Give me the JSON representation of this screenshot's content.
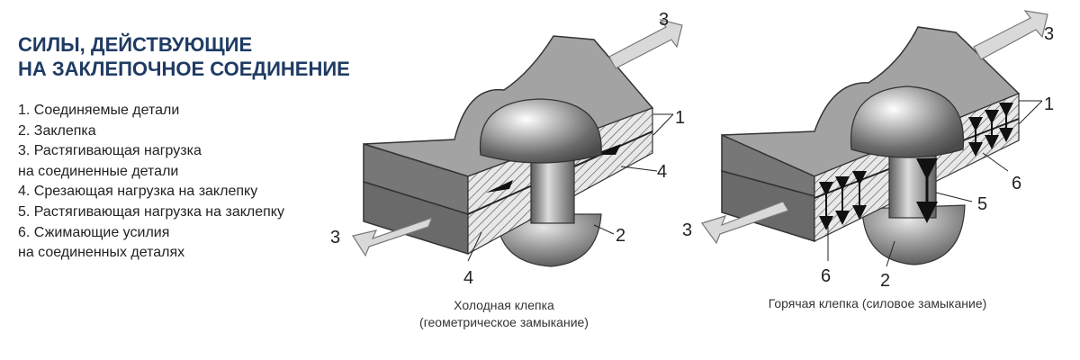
{
  "title": {
    "line1": "Силы, действующие",
    "line2": "на заклепочное соединение"
  },
  "legend": [
    {
      "line1": "1. Соединяемые детали"
    },
    {
      "line1": "2. Заклепка"
    },
    {
      "line1": "3. Растягивающая нагрузка",
      "line2": "на соединенные детали"
    },
    {
      "line1": "4. Срезающая нагрузка на заклепку"
    },
    {
      "line1": "5. Растягивающая нагрузка на заклепку"
    },
    {
      "line1": "6. Сжимающие усилия",
      "line2": "на соединенных деталях"
    }
  ],
  "cold_rivet": {
    "caption_line1": "Холодная клепка",
    "caption_line2": "(геометрическое замыкание)",
    "labels": {
      "arrow_top": "3",
      "arrow_left": "3",
      "parts": "1",
      "shear_right": "4",
      "shear_bottom": "4",
      "rivet": "2"
    }
  },
  "hot_rivet": {
    "caption_line1": "Горячая клепка (силовое замыкание)",
    "labels": {
      "arrow_top": "3",
      "arrow_left": "3",
      "parts": "1",
      "compress_right": "6",
      "compress_bottom": "6",
      "tension": "5",
      "rivet": "2"
    }
  },
  "colors": {
    "title": "#1f3b63",
    "plate_top": "#a3a3a3",
    "plate_front": "#6e6e6e",
    "arrow": "#d9d9d9"
  }
}
